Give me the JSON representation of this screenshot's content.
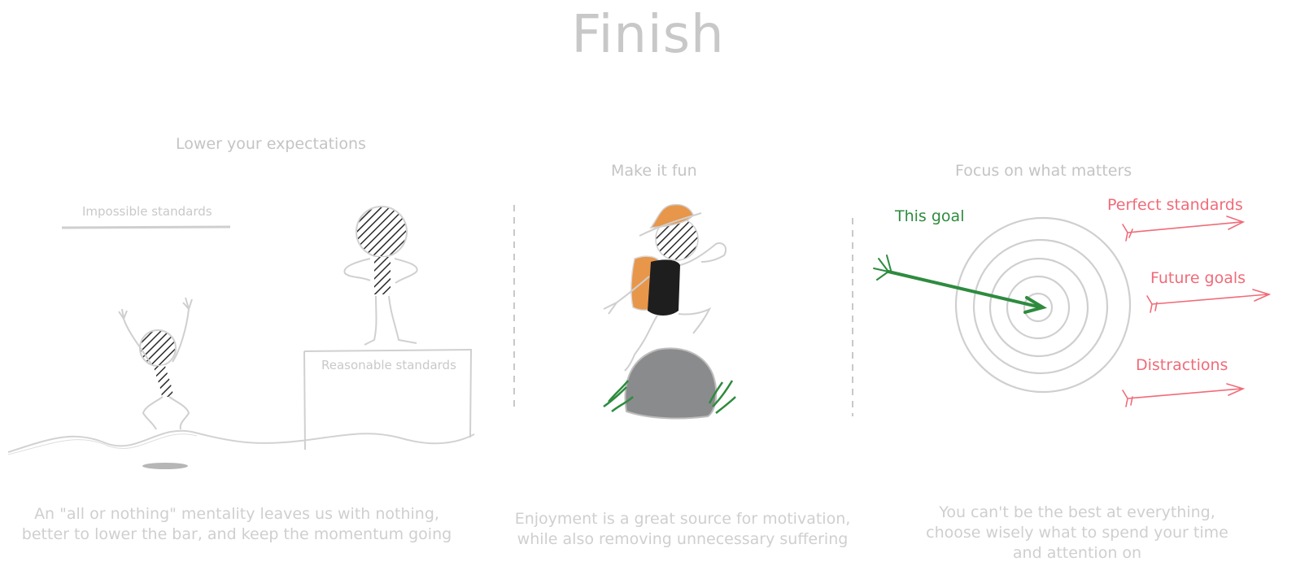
{
  "title": "Finish",
  "sections": [
    {
      "heading": "Lower your expectations",
      "labels": {
        "high_bar": "Impossible standards",
        "low_bar": "Reasonable standards"
      },
      "caption": [
        "An \"all or nothing\" mentality leaves us with nothing,",
        "better to lower the bar, and keep the momentum going"
      ]
    },
    {
      "heading": "Make it fun",
      "caption": [
        "Enjoyment is a great source for motivation,",
        "while also removing unnecessary suffering"
      ]
    },
    {
      "heading": "Focus on what matters",
      "labels": {
        "goal": "This goal",
        "distractors": [
          "Perfect standards",
          "Future goals",
          "Distractions"
        ]
      },
      "caption": [
        "You can't be the best at everything,",
        "choose wisely what to spend your time",
        "and attention on"
      ]
    }
  ],
  "colors": {
    "sketch": "#cccccc",
    "goal_arrow": "#2e8b3e",
    "distractor_arrows": "#f06b78",
    "rock": "#8a8b8d",
    "backpack": "#e8964a",
    "hat": "#e8964a",
    "shirt": "#1e1e1e"
  }
}
